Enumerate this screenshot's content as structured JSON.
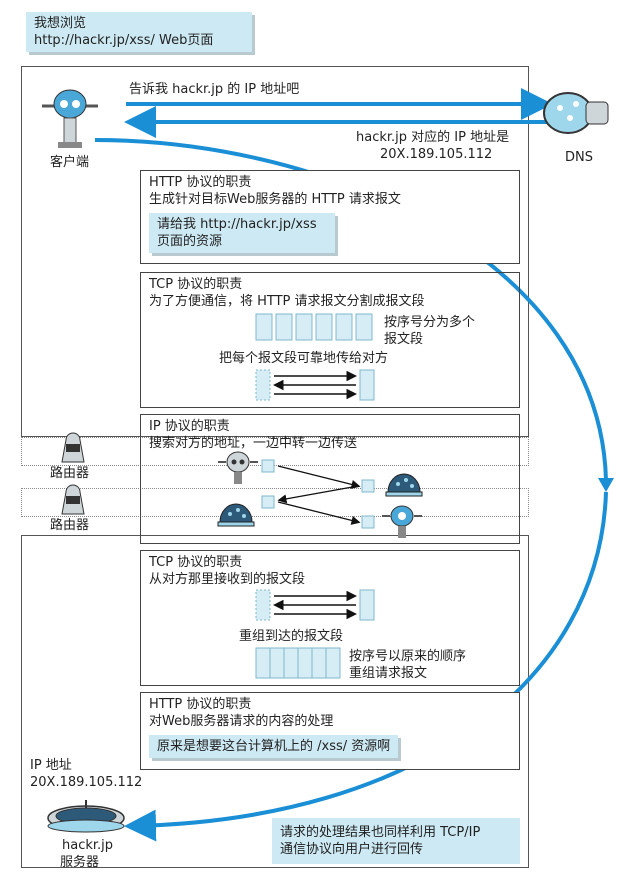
{
  "client": {
    "bubble_line1": "我想浏览",
    "bubble_line2": "http://hackr.jp/xss/ Web页面",
    "label": "客户端"
  },
  "dns": {
    "query": "告诉我 hackr.jp 的 IP 地址吧",
    "answer_line1": "hackr.jp 对应的 IP 地址是",
    "answer_line2": "20X.189.105.112",
    "label": "DNS"
  },
  "http_send": {
    "title": "HTTP 协议的职责",
    "desc": "生成针对目标Web服务器的 HTTP 请求报文",
    "request_line1": "请给我 http://hackr.jp/xss",
    "request_line2": "页面的资源"
  },
  "tcp_send": {
    "title": "TCP 协议的职责",
    "desc": "为了方便通信，将 HTTP 请求报文分割成报文段",
    "split_note_line1": "按序号分为多个",
    "split_note_line2": "报文段",
    "reliable_note": "把每个报文段可靠地传给对方"
  },
  "ip": {
    "title": "IP 协议的职责",
    "desc": "搜索对方的地址，一边中转一边传送"
  },
  "routers": [
    {
      "label": "路由器"
    },
    {
      "label": "路由器"
    }
  ],
  "tcp_recv": {
    "title": "TCP 协议的职责",
    "desc": "从对方那里接收到的报文段",
    "reassemble_title": "重组到达的报文段",
    "reassemble_note_line1": "按序号以原来的顺序",
    "reassemble_note_line2": "重组请求报文"
  },
  "http_recv": {
    "title": "HTTP 协议的职责",
    "desc": "对Web服务器请求的内容的处理",
    "result": "原来是想要这台计算机上的 /xss/ 资源啊"
  },
  "server": {
    "ip_label": "IP 地址",
    "ip_value": "20X.189.105.112",
    "label_line1": "hackr.jp",
    "label_line2": "服务器"
  },
  "return_note": {
    "line1": "请求的处理结果也同样利用 TCP/IP",
    "line2": "通信协议向用户进行回传"
  },
  "colors": {
    "accent": "#1a8fd6",
    "light_cyan": "#cde9f3",
    "segment": "#d6edf5"
  }
}
